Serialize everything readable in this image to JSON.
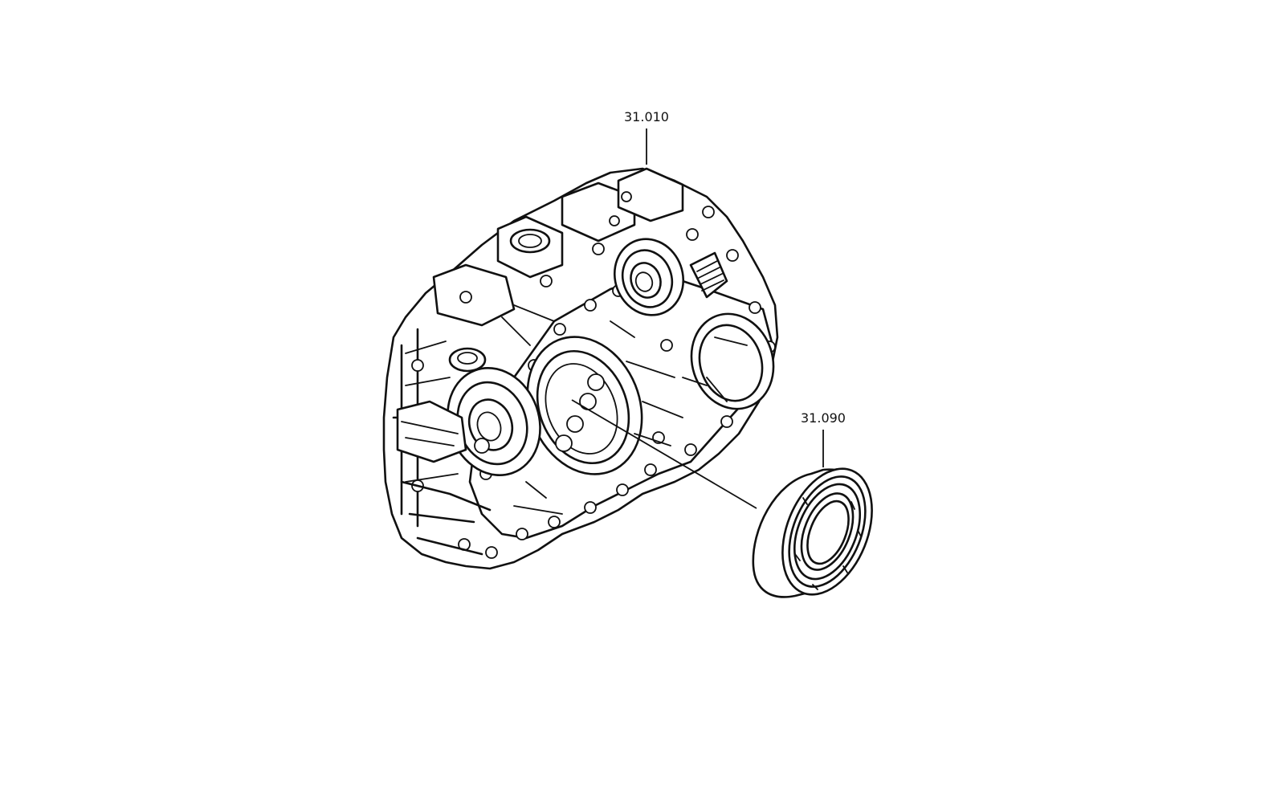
{
  "diagram": {
    "callouts": [
      {
        "id": "housing",
        "label": "31.010"
      },
      {
        "id": "bearing",
        "label": "31.090"
      }
    ]
  }
}
